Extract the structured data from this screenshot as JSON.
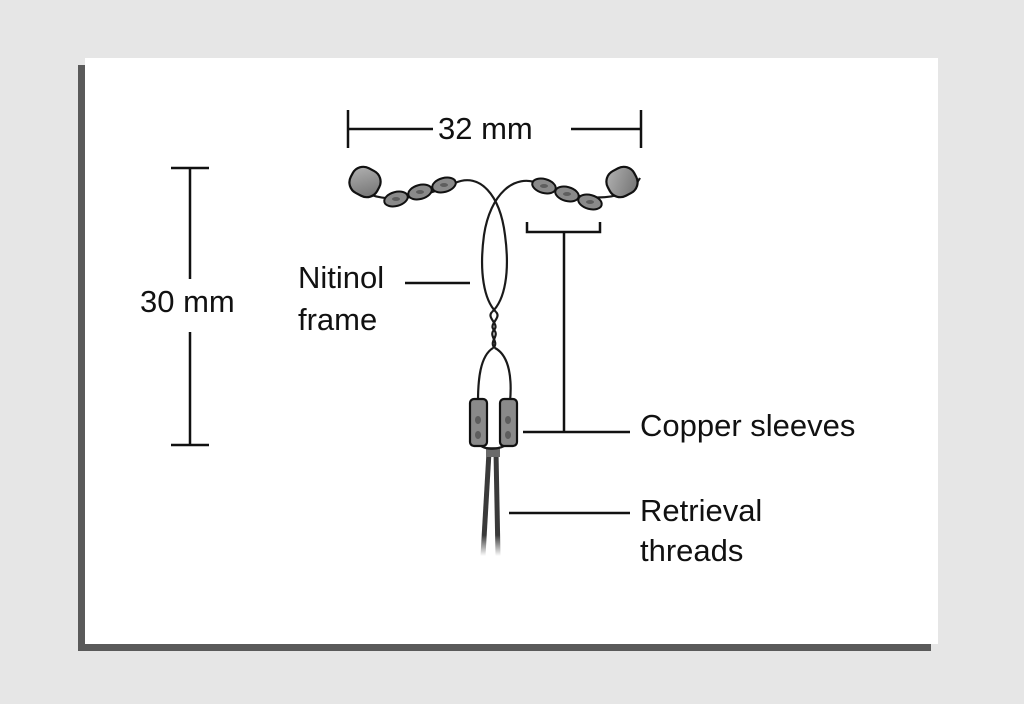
{
  "diagram": {
    "width_label": "32 mm",
    "height_label": "30 mm",
    "frame_label_line1": "Nitinol",
    "frame_label_line2": "frame",
    "copper_label": "Copper sleeves",
    "threads_label_line1": "Retrieval",
    "threads_label_line2": "threads"
  },
  "colors": {
    "background": "#e6e6e6",
    "card": "#ffffff",
    "shadow": "#5a5a5a",
    "line": "#111111",
    "sleeve": "#8a8a8a"
  }
}
